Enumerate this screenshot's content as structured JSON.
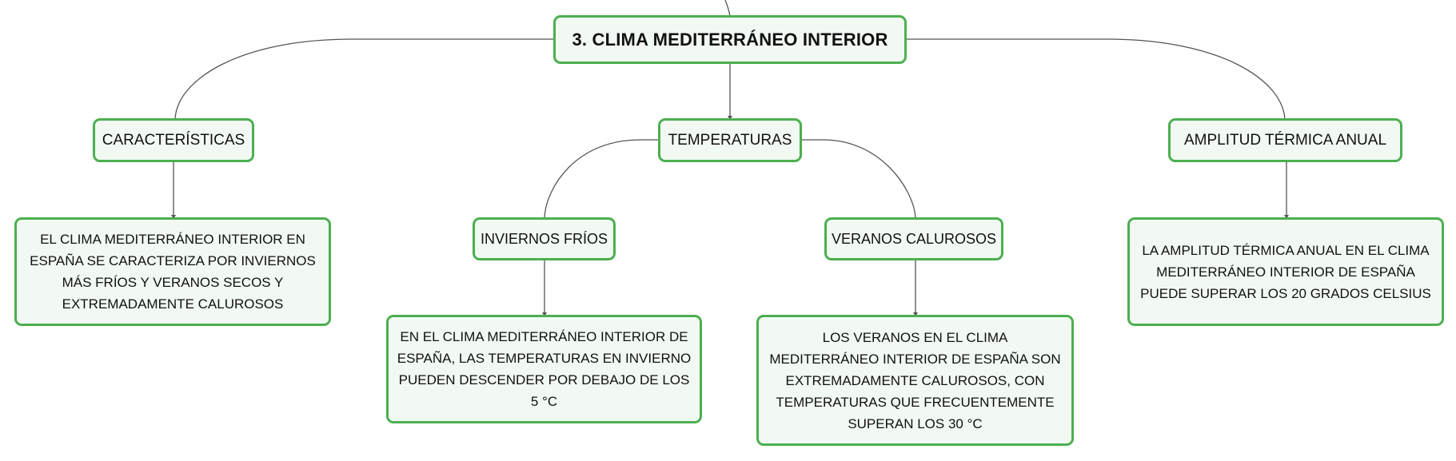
{
  "diagram": {
    "colors": {
      "border": "#4caf50",
      "fill": "#f2f9f3",
      "edge": "#555555",
      "text": "#111111"
    },
    "root": {
      "label": "3. CLIMA MEDITERRÁNEO INTERIOR"
    },
    "branches": {
      "caracteristicas": {
        "label": "CARACTERÍSTICAS",
        "detail": "EL CLIMA MEDITERRÁNEO INTERIOR EN ESPAÑA SE CARACTERIZA POR INVIERNOS MÁS FRÍOS Y VERANOS SECOS Y EXTREMADAMENTE CALUROSOS"
      },
      "temperaturas": {
        "label": "TEMPERATURAS",
        "inviernos": {
          "label": "INVIERNOS FRÍOS",
          "detail": "EN EL CLIMA MEDITERRÁNEO INTERIOR DE ESPAÑA, LAS TEMPERATURAS EN INVIERNO PUEDEN DESCENDER POR DEBAJO DE LOS 5 °C"
        },
        "veranos": {
          "label": "VERANOS CALUROSOS",
          "detail": "LOS VERANOS EN EL CLIMA MEDITERRÁNEO INTERIOR DE ESPAÑA SON EXTREMADAMENTE CALUROSOS, CON TEMPERATURAS QUE FRECUENTEMENTE SUPERAN LOS 30 °C"
        }
      },
      "amplitud": {
        "label": "AMPLITUD TÉRMICA ANUAL",
        "detail": "LA AMPLITUD TÉRMICA ANUAL EN EL CLIMA MEDITERRÁNEO INTERIOR DE ESPAÑA PUEDE SUPERAR LOS 20 GRADOS CELSIUS"
      }
    }
  }
}
